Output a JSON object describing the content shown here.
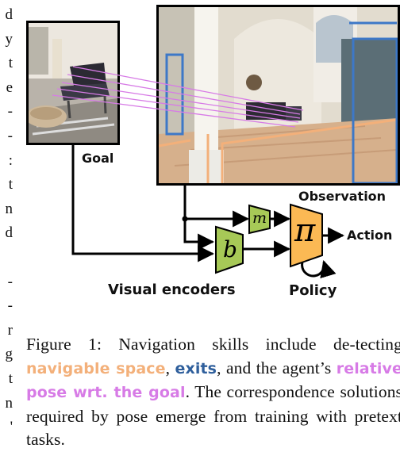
{
  "margin_fragments": [
    "d",
    "y",
    "t",
    "e",
    "-",
    "-",
    ":",
    "t",
    "n",
    "d",
    "",
    "-",
    "-",
    "r",
    "g",
    "t",
    "n",
    "'"
  ],
  "figure": {
    "goal_label": "Goal",
    "observation_label": "Observation",
    "action_label": "Action",
    "policy_label": "Policy",
    "visual_encoders_label": "Visual encoders",
    "encoder_m": "m",
    "encoder_b": "b",
    "policy_symbol": "π"
  },
  "caption": {
    "prefix": "Figure 1:",
    "text_1": " Navigation skills include de-tecting ",
    "navigable_space": "navigable space",
    "text_2": ", ",
    "exits": "exits",
    "text_3": ", and the agent’s ",
    "relative_pose": "relative pose wrt. the goal",
    "text_4": ". The correspondence solutions required by pose emerge from training with pretext tasks."
  },
  "colors": {
    "navigable": "#f3b07a",
    "exits": "#2f5f9c",
    "pose": "#d77be6",
    "encoder_m": "#a7c957",
    "encoder_b": "#a7c957",
    "policy": "#fbb954"
  }
}
